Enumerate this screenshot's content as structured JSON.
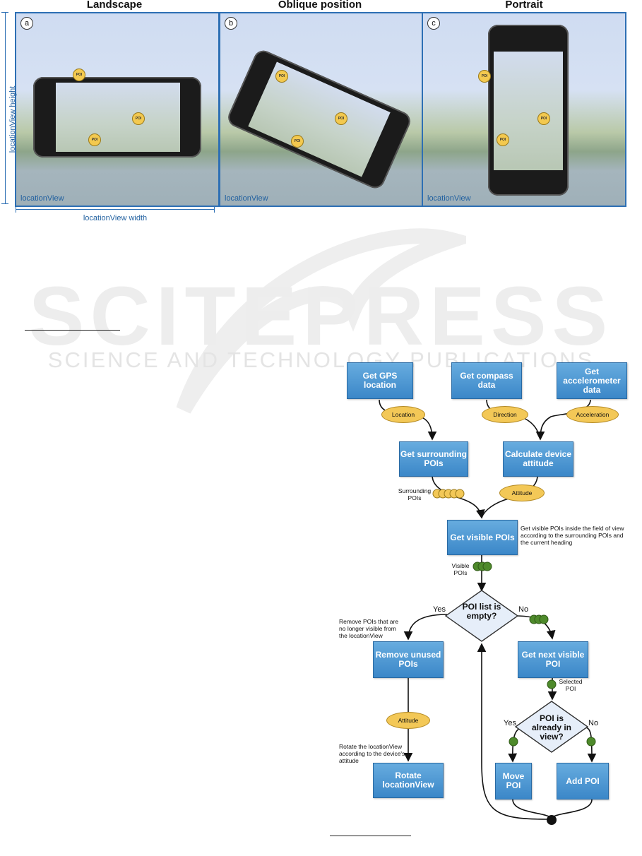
{
  "figure": {
    "panels": [
      {
        "title": "Landscape",
        "badge": "a",
        "view_label": "locationView"
      },
      {
        "title": "Oblique position",
        "badge": "b",
        "view_label": "locationView"
      },
      {
        "title": "Portrait",
        "badge": "c",
        "view_label": "locationView"
      }
    ],
    "poi_label": "POI",
    "height_label": "locationView height",
    "width_label": "locationView width"
  },
  "watermark": {
    "main": "SCITEPRESS",
    "sub": "SCIENCE AND TECHNOLOGY PUBLICATIONS"
  },
  "flowchart": {
    "boxes": {
      "gps": "Get GPS location",
      "compass": "Get compass data",
      "accel": "Get accelerometer data",
      "surrounding": "Get surrounding POIs",
      "attitude": "Calculate device attitude",
      "visible": "Get visible POIs",
      "remove": "Remove unused POIs",
      "next": "Get next visible POI",
      "rotate": "Rotate locationView",
      "move": "Move POI",
      "add": "Add POI"
    },
    "data_labels": {
      "location": "Location",
      "direction": "Direction",
      "acceleration": "Acceleration",
      "attitude1": "Attitude",
      "attitude2": "Attitude",
      "surrounding": "Surrounding POIs",
      "visible": "Visible POIs",
      "selected": "Selected POI"
    },
    "decisions": {
      "empty": "POI list is empty?",
      "inview": "POI is already in view?"
    },
    "branches": {
      "yes1": "Yes",
      "no1": "No",
      "yes2": "Yes",
      "no2": "No"
    },
    "notes": {
      "visible": "Get visible POIs inside the field of view according to the surrounding POIs and the current heading",
      "remove": "Remove POIs that are no longer visible from the locationView",
      "rotate": "Rotate the locationView according to the device's attitude"
    }
  }
}
